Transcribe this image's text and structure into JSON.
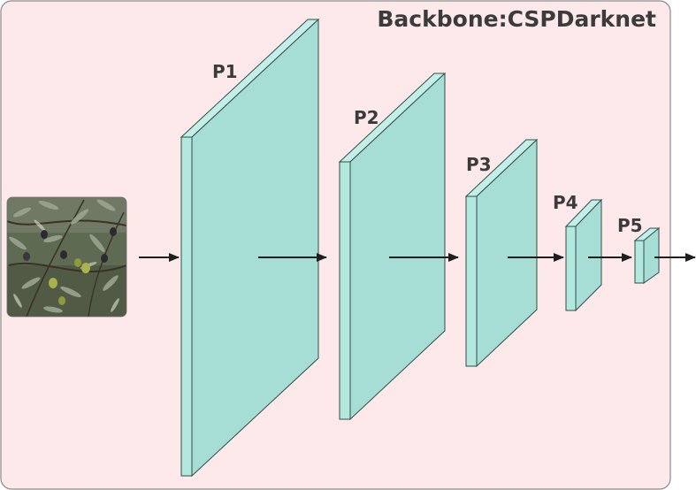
{
  "diagram": {
    "title": "Backbone:CSPDarknet",
    "colors": {
      "panel_fill": "#fde9ea",
      "panel_stroke": "#8a8a8a",
      "block_front": "#b3e8df",
      "block_side": "#a6ddd4",
      "block_top": "#c4efe8",
      "block_stroke": "#2f4f4a",
      "arrow": "#1e1e1e",
      "text": "#3b3b3b"
    },
    "input_image": {
      "description_icon": "olive-branch-photo-icon"
    },
    "stages": [
      {
        "id": "p1",
        "label": "P1"
      },
      {
        "id": "p2",
        "label": "P2"
      },
      {
        "id": "p3",
        "label": "P3"
      },
      {
        "id": "p4",
        "label": "P4"
      },
      {
        "id": "p5",
        "label": "P5"
      }
    ]
  }
}
